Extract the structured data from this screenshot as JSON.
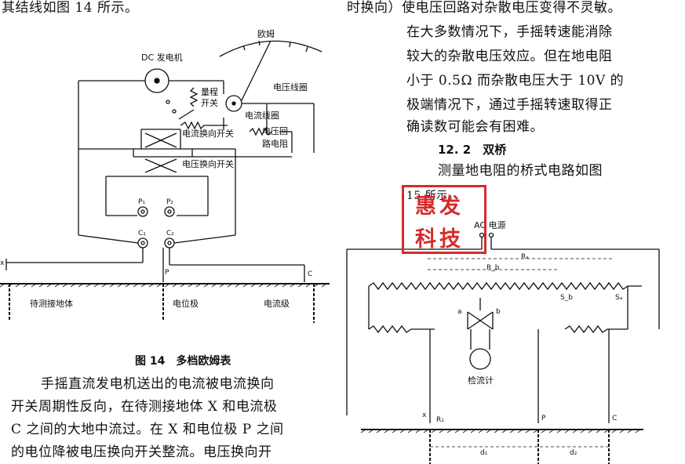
{
  "left_column": {
    "top_line": "其结线如图 14 所示。",
    "fig14_labels": {
      "ohm": "欧姆",
      "dc_generator": "DC 发电机",
      "range_switch_1": "量程",
      "range_switch_2": "开关",
      "voltage_coil": "电压线圈",
      "current_coil": "电流线圈",
      "current_reversing_switch": "电流换向开关",
      "voltage_circuit_resistor_1": "电压回",
      "voltage_circuit_resistor_2": "路电阻",
      "voltage_reversing_switch": "电压换向开关",
      "p1": "P₁",
      "p2": "P₂",
      "c1": "C₁",
      "c2": "C₂",
      "x": "x",
      "p": "P",
      "c": "C",
      "grounded_body": "待测接地体",
      "potential_electrode": "电位极",
      "current_electrode": "电流级"
    },
    "fig14_caption": "图 14　多档欧姆表",
    "paragraph": [
      "手摇直流发电机送出的电流被电流换向",
      "开关周期性反向，在待测接地体 X 和电流极",
      "C 之间的大地中流过。在 X 和电位极 P 之间",
      "的电位降被电压换向开关整流。电压换向开"
    ]
  },
  "right_column": {
    "paragraph_lines": [
      "时换向）使电压回路对杂散电压变得不灵敏。",
      "在大多数情况下，手摇转速能消除",
      "较大的杂散电压效应。但在地电阻",
      "小于 0.5Ω 而杂散电压大于 10V 的",
      "极端情况下，通过手摇转速取得正",
      "确读数可能会有困难。"
    ],
    "section_heading": "12. 2　双桥",
    "section_lines": [
      "测量地电阻的桥式电路如图",
      "15 所示。"
    ],
    "fig15_labels": {
      "ac_source": "AC 电源",
      "galvanometer": "检流计",
      "ra": "Rₐ",
      "rb": "R_b",
      "sb": "S_b",
      "sa": "Sₐ",
      "a": "a",
      "b": "b",
      "x": "x",
      "r1": "R₁",
      "p": "P",
      "c": "C",
      "d1": "d₁",
      "d2": "d₂"
    },
    "watermark": {
      "line1": "惠发",
      "line2": "科技",
      "color": "#d62b2b"
    }
  }
}
